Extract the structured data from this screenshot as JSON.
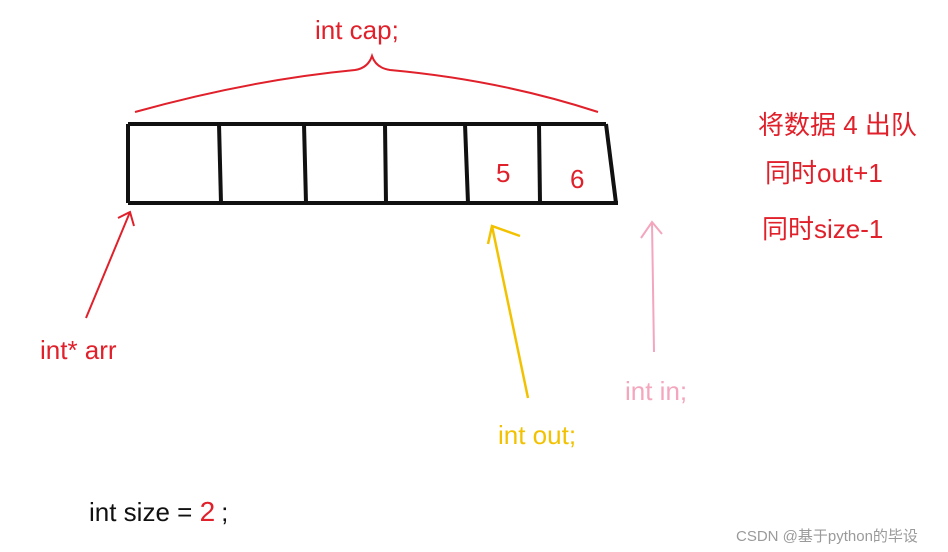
{
  "labels": {
    "cap": "int cap;",
    "arr": "int* arr",
    "out": "int out;",
    "in": "int in;",
    "size_prefix": "int size = ",
    "size_value": "2",
    "size_suffix": ";"
  },
  "cells": [
    "",
    "",
    "",
    "",
    "5",
    "6"
  ],
  "notes": [
    "将数据 4 出队",
    "同时out+1",
    "同时size-1"
  ],
  "watermark": "CSDN @基于python的毕设",
  "colors": {
    "red": "#e0202a",
    "yellow": "#f2c200",
    "pink": "#f3a6bd",
    "black": "#111111",
    "gray": "#9a9a9a"
  }
}
